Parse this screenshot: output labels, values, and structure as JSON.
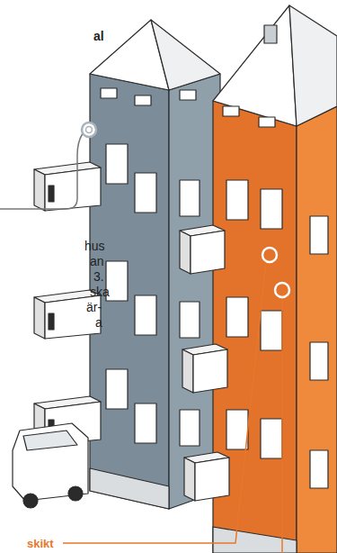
{
  "diagram": {
    "labels": [
      "al",
      "hus",
      "an",
      "3.",
      "ska",
      "är-",
      "a",
      "skikt"
    ]
  }
}
